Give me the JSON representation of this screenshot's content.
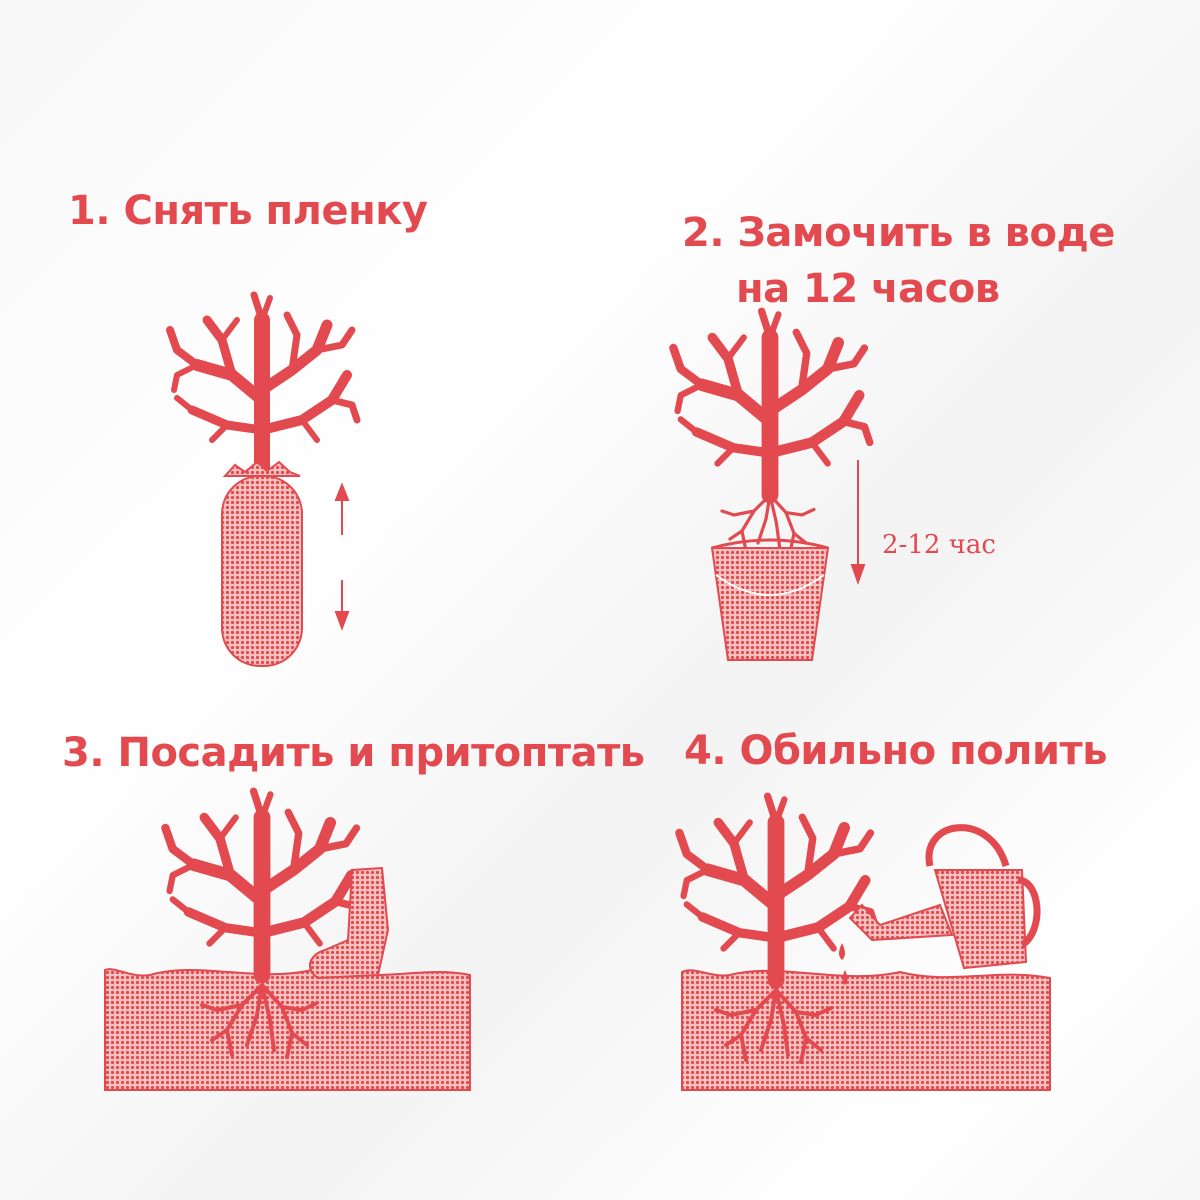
{
  "accent_color": "#e24a4f",
  "steps": [
    {
      "number": "1.",
      "title": "Снять пленку"
    },
    {
      "number": "2.",
      "title_line1": "Замочить в воде",
      "title_line2": "на 12 часов",
      "duration_label": "2-12 час"
    },
    {
      "number": "3.",
      "title": "Посадить и притоптать"
    },
    {
      "number": "4.",
      "title": "Обильно полить"
    }
  ],
  "icons": [
    "tree-in-wrap-icon",
    "up-down-arrow-icon",
    "tree-in-bucket-icon",
    "down-arrow-icon",
    "planted-tree-icon",
    "boot-icon",
    "watering-can-icon"
  ]
}
